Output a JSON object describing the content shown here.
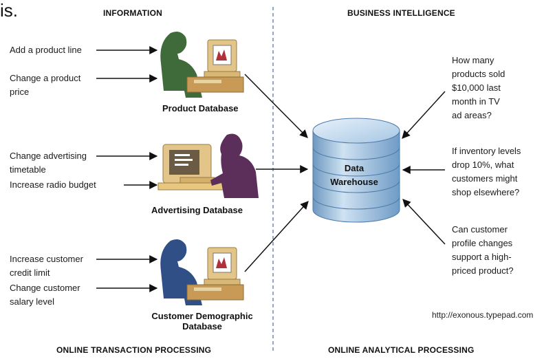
{
  "corner_text": "is.",
  "headers": {
    "left": "INFORMATION",
    "right": "BUSINESS INTELLIGENCE",
    "bottom_left": "ONLINE TRANSACTION PROCESSING",
    "bottom_right": "ONLINE ANALYTICAL PROCESSING"
  },
  "inputs": [
    "Add a product line",
    "Change a product",
    "price",
    "Change advertising",
    "timetable",
    "Increase radio budget",
    "Increase customer",
    "credit limit",
    "Change customer",
    "salary level"
  ],
  "databases": {
    "product": "Product Database",
    "advertising": "Advertising Database",
    "customer_line1": "Customer Demographic",
    "customer_line2": "Database"
  },
  "warehouse": {
    "line1": "Data",
    "line2": "Warehouse"
  },
  "questions": [
    [
      "How many",
      "products sold",
      "$10,000 last",
      "month in TV",
      "ad areas?"
    ],
    [
      "If inventory levels",
      "drop 10%, what",
      "customers might",
      "shop elsewhere?"
    ],
    [
      "Can customer",
      "profile changes",
      "support a high-",
      "priced product?"
    ]
  ],
  "source_url": "http://exonous.typepad.com",
  "colors": {
    "product_person": "#3f6b3a",
    "advertising_person": "#5b2f5a",
    "customer_person": "#2f4f86",
    "computer_body": "#e3c58a",
    "cylinder": "#8fb6d8"
  }
}
